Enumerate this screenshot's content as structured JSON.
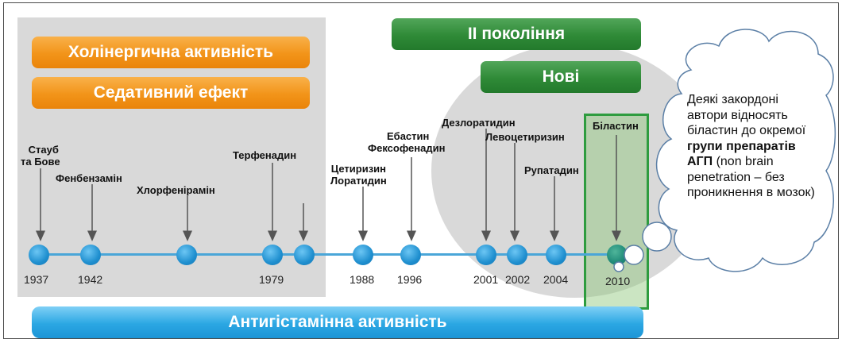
{
  "bars": {
    "cholinergic": "Холінергична активність",
    "sedative": "Седативний ефект",
    "second_gen": "ІІ покоління",
    "new": "Нові",
    "antihistamine": "Антигістамінна активність"
  },
  "drugs": {
    "staub_l1": "Стауб",
    "staub_l2": "та Бове",
    "fenbenzamin": "Фенбензамін",
    "chlorfeniramin": "Хлорфенірамін",
    "terfenadin": "Терфенадин",
    "cetirizin": "Цетиризин",
    "loratadin": "Лоратидин",
    "ebastin": "Ебастин",
    "feksofenadin": "Фексофенадин",
    "dezloratadin": "Дезлоратидин",
    "levocetirizin": "Левоцетиризин",
    "rupatadin": "Рупатадин",
    "bilastin": "Біластин"
  },
  "years": {
    "y1937": "1937",
    "y1942": "1942",
    "y1979": "1979",
    "y1988": "1988",
    "y1996": "1996",
    "y2001": "2001",
    "y2002": "2002",
    "y2004": "2004",
    "y2010": "2010"
  },
  "cloud": {
    "line1": "Деякі закордоні автори відносять біластин до окремої ",
    "bold": "групи препаратів АГП",
    "line2": " (non brain penetration – без проникнення в мозок)"
  },
  "colors": {
    "orange": "#f29419",
    "green": "#2f8a37",
    "blue": "#2ba7e3",
    "highlight_border": "#2e9c3f"
  }
}
